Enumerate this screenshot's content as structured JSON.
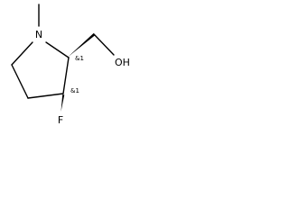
{
  "molecule": {
    "atoms": {
      "nitrogen": "N",
      "fluorine": "F",
      "hydroxyl": "OH"
    },
    "stereo_labels": {
      "c2": "&1",
      "c3": "&1"
    },
    "colors": {
      "bond": "#000000",
      "text": "#000000",
      "background": "#ffffff"
    }
  }
}
